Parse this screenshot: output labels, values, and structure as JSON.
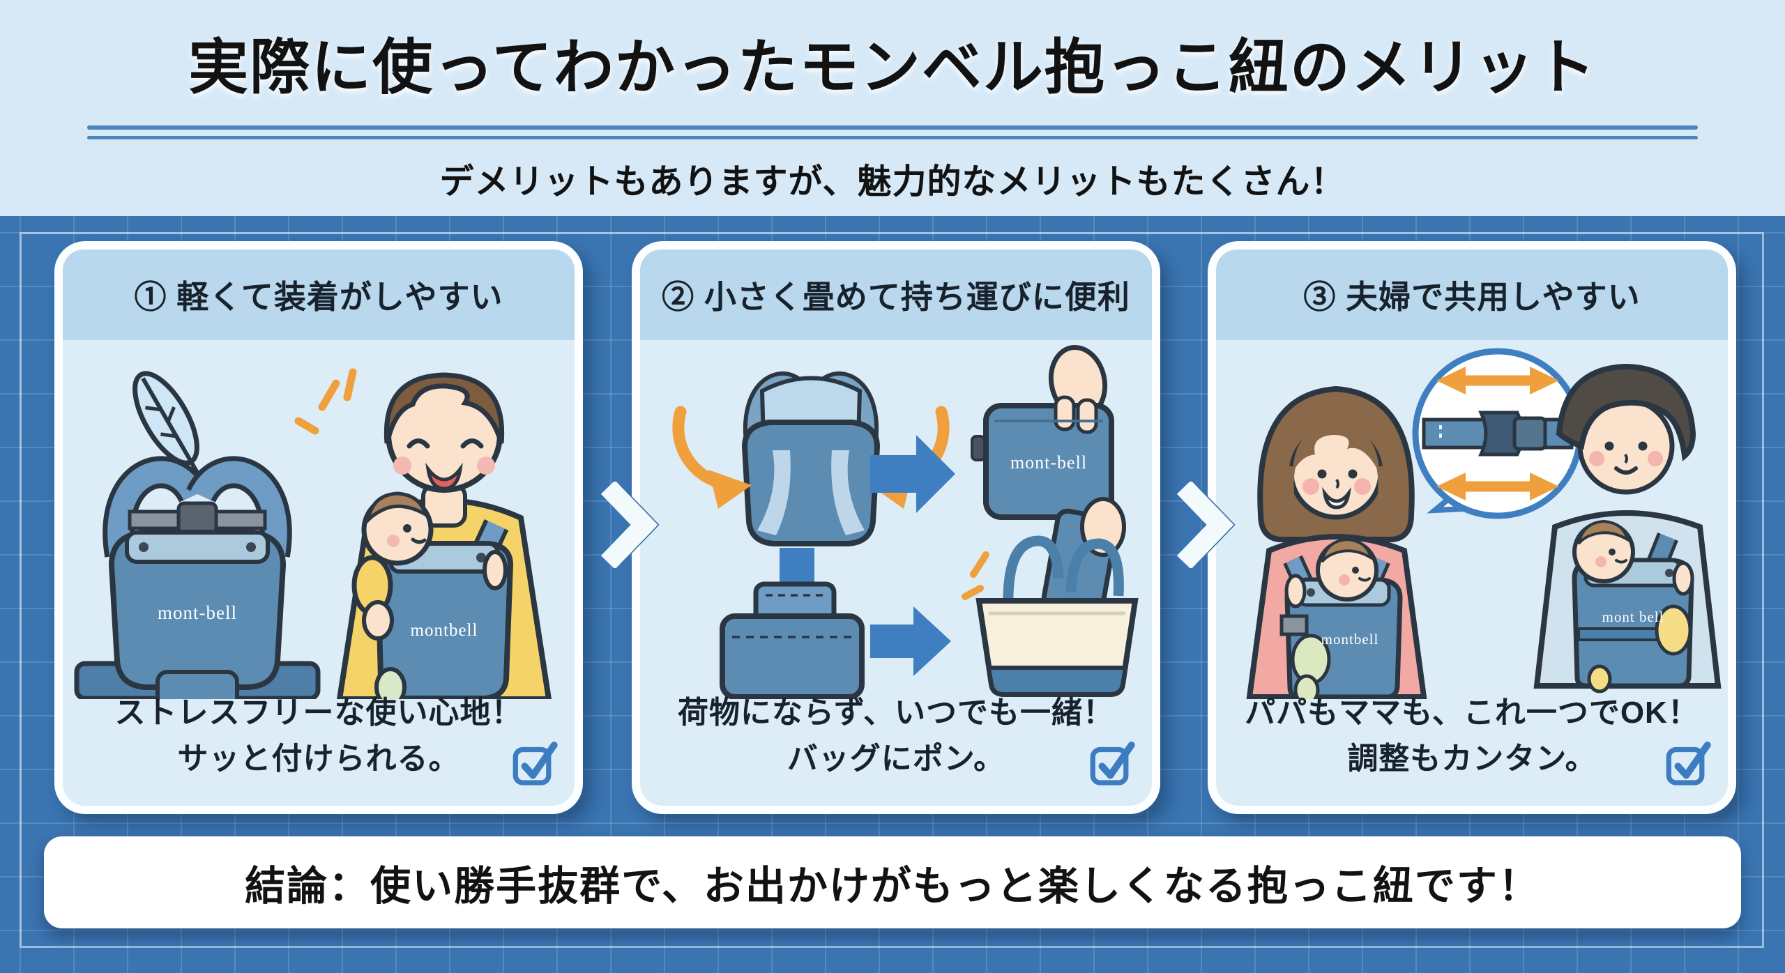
{
  "header": {
    "title": "実際に使ってわかったモンベル抱っこ紐のメリット",
    "subtitle": "デメリットもありますが、魅力的なメリットもたくさん！"
  },
  "cards": [
    {
      "title": "① 軽くて装着がしやすい",
      "caption": [
        "ストレスフリーな使い心地！",
        "サッと付けられる。"
      ],
      "brands": {
        "standalone": "mont-bell",
        "worn": "montbell"
      }
    },
    {
      "title": "② 小さく畳めて持ち運びに便利",
      "caption": [
        "荷物にならず、いつでも一緒！",
        "バッグにポン。"
      ],
      "brands": {
        "pouch": "mont-bell"
      }
    },
    {
      "title": "③ 夫婦で共用しやすい",
      "caption": [
        "パパもママも、これ一つでOK！",
        "調整もカンタン。"
      ],
      "brands": {
        "mom": "montbell",
        "dad": "mont bell"
      }
    }
  ],
  "conclusion": "結論：使い勝手抜群で、お出かけがもっと楽しくなる抱っこ紐です！",
  "colors": {
    "board_background": "#3a74b1",
    "header_band": "#d7e9f7",
    "card_body": "#ddedf8",
    "card_header_band": "#b9d8ed",
    "accent_blue": "#3f7fc1",
    "accent_orange": "#efa03c",
    "checkbox_blue": "#3c7cc0",
    "underline_blue": "#4c86b8",
    "text": "#121212"
  }
}
